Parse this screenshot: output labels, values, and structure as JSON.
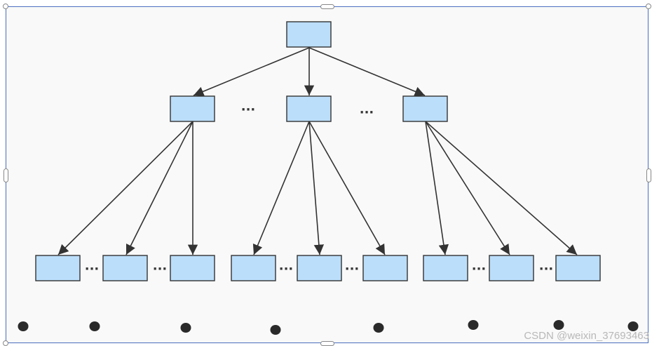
{
  "diagram": {
    "colors": {
      "node_fill": "#bbdefb",
      "node_stroke": "#333333",
      "edge": "#333333",
      "dot": "#2a2a2a",
      "frame_border": "#4a6fbf",
      "background": "#f9f9f9"
    },
    "ellipsis": "···",
    "root": "root",
    "level1": [
      "level1-left",
      "level1-middle",
      "level1-right"
    ],
    "leaves": [
      "leaf-1",
      "leaf-2",
      "leaf-3",
      "leaf-4",
      "leaf-5",
      "leaf-6",
      "leaf-7",
      "leaf-8",
      "leaf-9"
    ],
    "edges": [
      [
        "root",
        "level1-left"
      ],
      [
        "root",
        "level1-middle"
      ],
      [
        "root",
        "level1-right"
      ],
      [
        "level1-left",
        "leaf-1"
      ],
      [
        "level1-left",
        "leaf-2"
      ],
      [
        "level1-left",
        "leaf-3"
      ],
      [
        "level1-middle",
        "leaf-4"
      ],
      [
        "level1-middle",
        "leaf-5"
      ],
      [
        "level1-middle",
        "leaf-6"
      ],
      [
        "level1-right",
        "leaf-7"
      ],
      [
        "level1-right",
        "leaf-8"
      ],
      [
        "level1-right",
        "leaf-9"
      ]
    ]
  },
  "watermark": "CSDN @weixin_37693463"
}
